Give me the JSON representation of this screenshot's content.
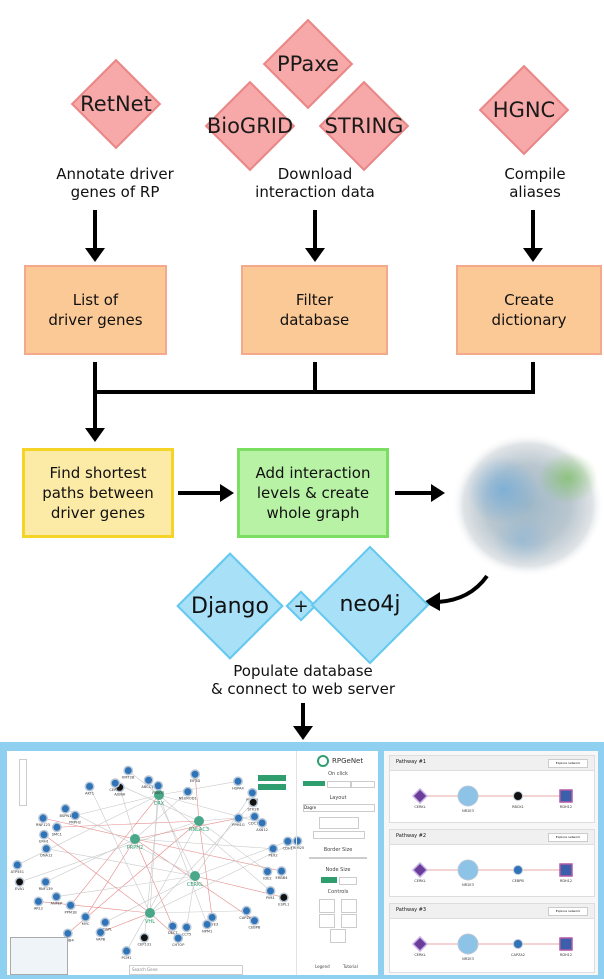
{
  "sources": {
    "retnet": "RetNet",
    "ppaxe": "PPaxe",
    "biogrid": "BioGRID",
    "string": "STRING",
    "hgnc": "HGNC"
  },
  "captions": {
    "annotate": [
      "Annotate driver",
      "genes of RP"
    ],
    "download": [
      "Download",
      "interaction data"
    ],
    "compile": [
      "Compile",
      "aliases"
    ],
    "populate": [
      "Populate database",
      "& connect to web server"
    ]
  },
  "boxes": {
    "driver_list": [
      "List of",
      "driver genes"
    ],
    "filter": [
      "Filter",
      "database"
    ],
    "dictionary": [
      "Create",
      "dictionary"
    ],
    "shortest": [
      "Find shortest",
      "paths between",
      "driver genes"
    ],
    "levels": [
      "Add interaction",
      "levels & create",
      "whole graph"
    ]
  },
  "tech": {
    "django": "Django",
    "plus": "+",
    "neo4j": "neo4j"
  },
  "screenshot": {
    "brand": "RPGeNet",
    "on_click": "On click",
    "layout_label": "Layout",
    "layout_value": "Dagre",
    "border_label": "Border Size",
    "node_label": "Node Size",
    "controls_label": "Controls",
    "search_placeholder": "Search Gene",
    "legend": "Legend",
    "tutorial": "Tutorial",
    "explore": "Explore network",
    "pathways": [
      {
        "title": "Pathway #1",
        "nodes": [
          "CERKL",
          "NR2E3",
          "RBCK1",
          "RDH12"
        ]
      },
      {
        "title": "Pathway #2",
        "nodes": [
          "CERKL",
          "NR2E3",
          "CEBPB",
          "RDH12"
        ]
      },
      {
        "title": "Pathway #3",
        "nodes": [
          "CERKL",
          "NR2E3",
          "CAPZA2",
          "RDH12"
        ]
      }
    ],
    "genes": [
      "ERBB4",
      "IDE2",
      "PIM1",
      "ESPL1",
      "CAPZA2",
      "CEBPB",
      "NR2E3",
      "NPM1",
      "CCT5",
      "CHTOP",
      "DECT",
      "PCM1",
      "CEP131",
      "CTDSPL",
      "VAPB",
      "MYC",
      "ERBB4",
      "PPM1B",
      "ANPEP",
      "ARL2",
      "RNF139",
      "EVA1",
      "ATP5E1",
      "DNA12",
      "ERH1",
      "RNF123",
      "SMC1",
      "PRPH2",
      "BSPN1",
      "AKT1",
      "AJUBA",
      "CERKL",
      "KMT2B",
      "ABCC10",
      "FBXO7",
      "NEUROD1",
      "EIF3D",
      "HSPA4",
      "PSMC5",
      "STK26",
      "PPM1G",
      "CDC16",
      "AS612",
      "CDH1",
      "TRIM25",
      "PEX2"
    ],
    "hub_genes": [
      "PRPH2",
      "RNLAC3",
      "CRX",
      "CERKL",
      "VHL"
    ]
  }
}
